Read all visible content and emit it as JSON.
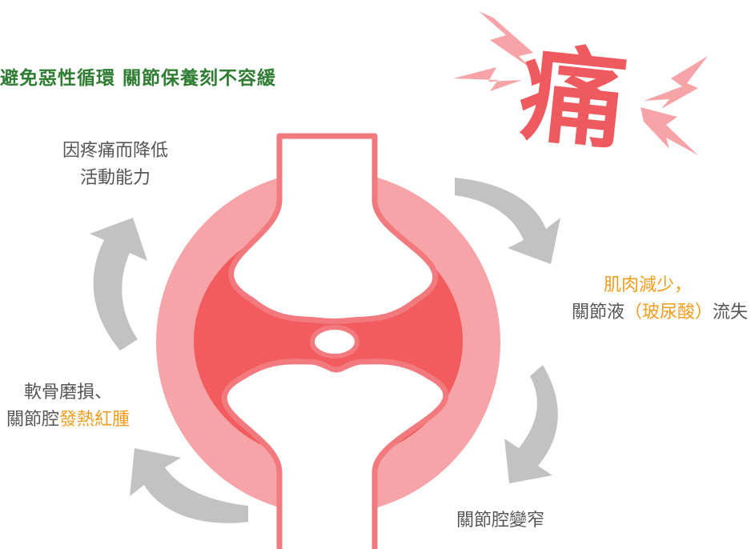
{
  "headline": "避免惡性循環  關節保養刻不容緩",
  "pain_char": "痛",
  "cycle": {
    "reduced_activity": {
      "line1": "因疼痛而降低",
      "line2": "活動能力"
    },
    "fluid_loss": {
      "line1": "肌肉減少，",
      "line2_prefix": "關節液",
      "line2_highlight": "（玻尿酸）",
      "line2_suffix": "流失"
    },
    "narrowing": {
      "line1": "關節腔變窄"
    },
    "cartilage": {
      "line1": "軟骨磨損、",
      "line2_prefix": "關節腔",
      "line2_highlight": "發熱紅腫"
    }
  },
  "colors": {
    "headline": "#2e7d32",
    "text": "#555555",
    "highlight": "#f39c1d",
    "pain": "#ef5a5f",
    "arrow": "#c2c2c2",
    "joint_outer": "#f6a4a7",
    "joint_inner": "#f25c5f",
    "bone_outline": "#f27a7e"
  }
}
